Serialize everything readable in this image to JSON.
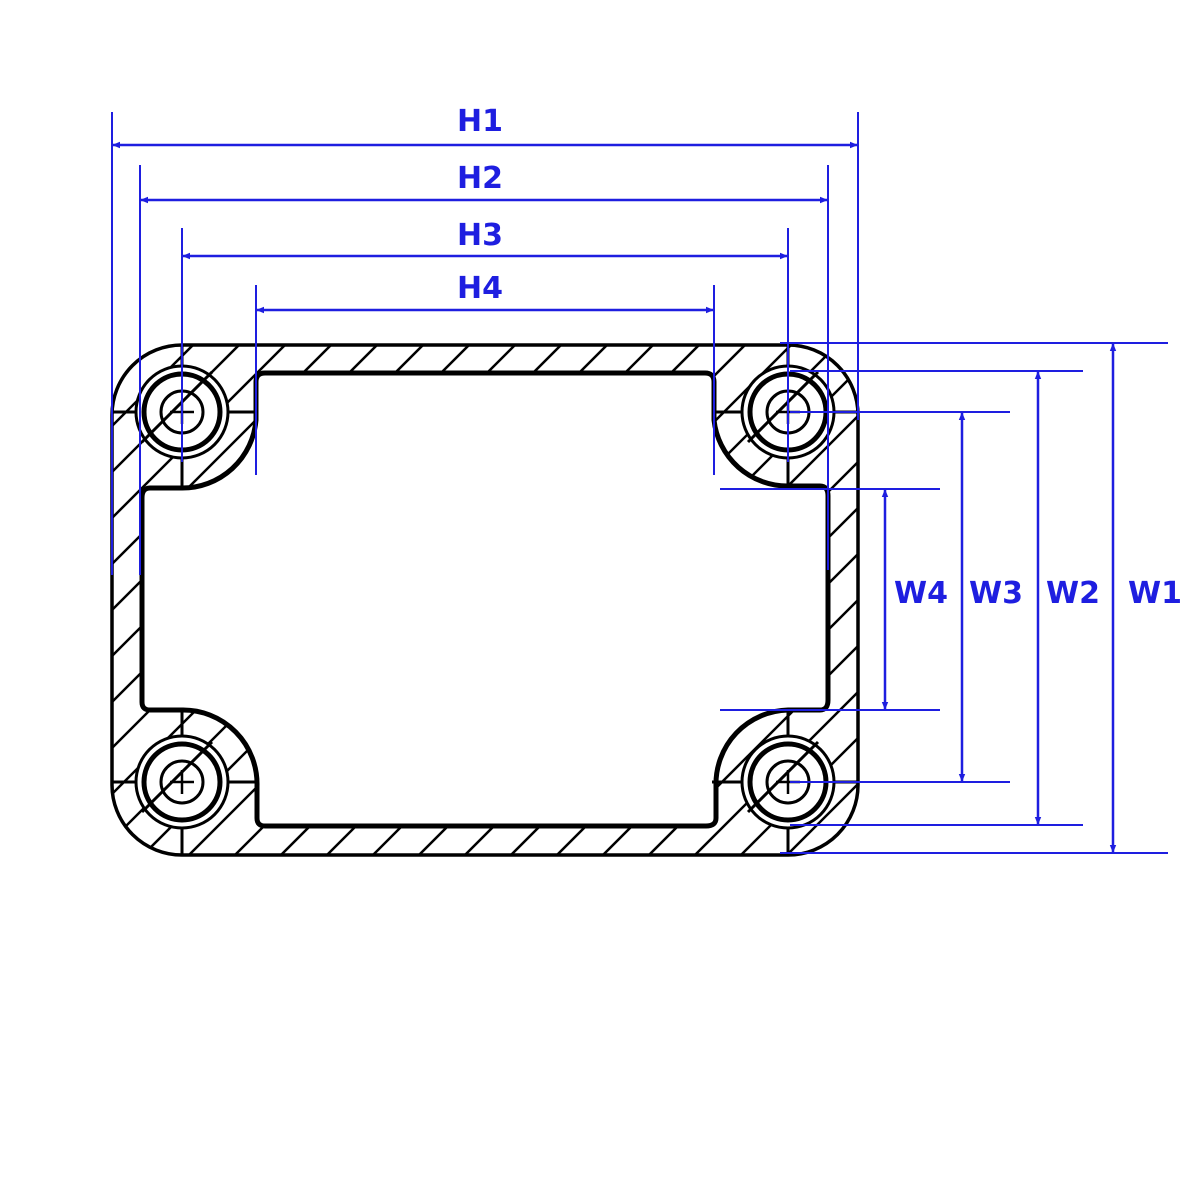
{
  "colors": {
    "dimension": "#1e1ee0",
    "outline": "#000000"
  },
  "labels": {
    "h1": "H1",
    "h2": "H2",
    "h3": "H3",
    "h4": "H4",
    "w1": "W1",
    "w2": "W2",
    "w3": "W3",
    "w4": "W4"
  }
}
